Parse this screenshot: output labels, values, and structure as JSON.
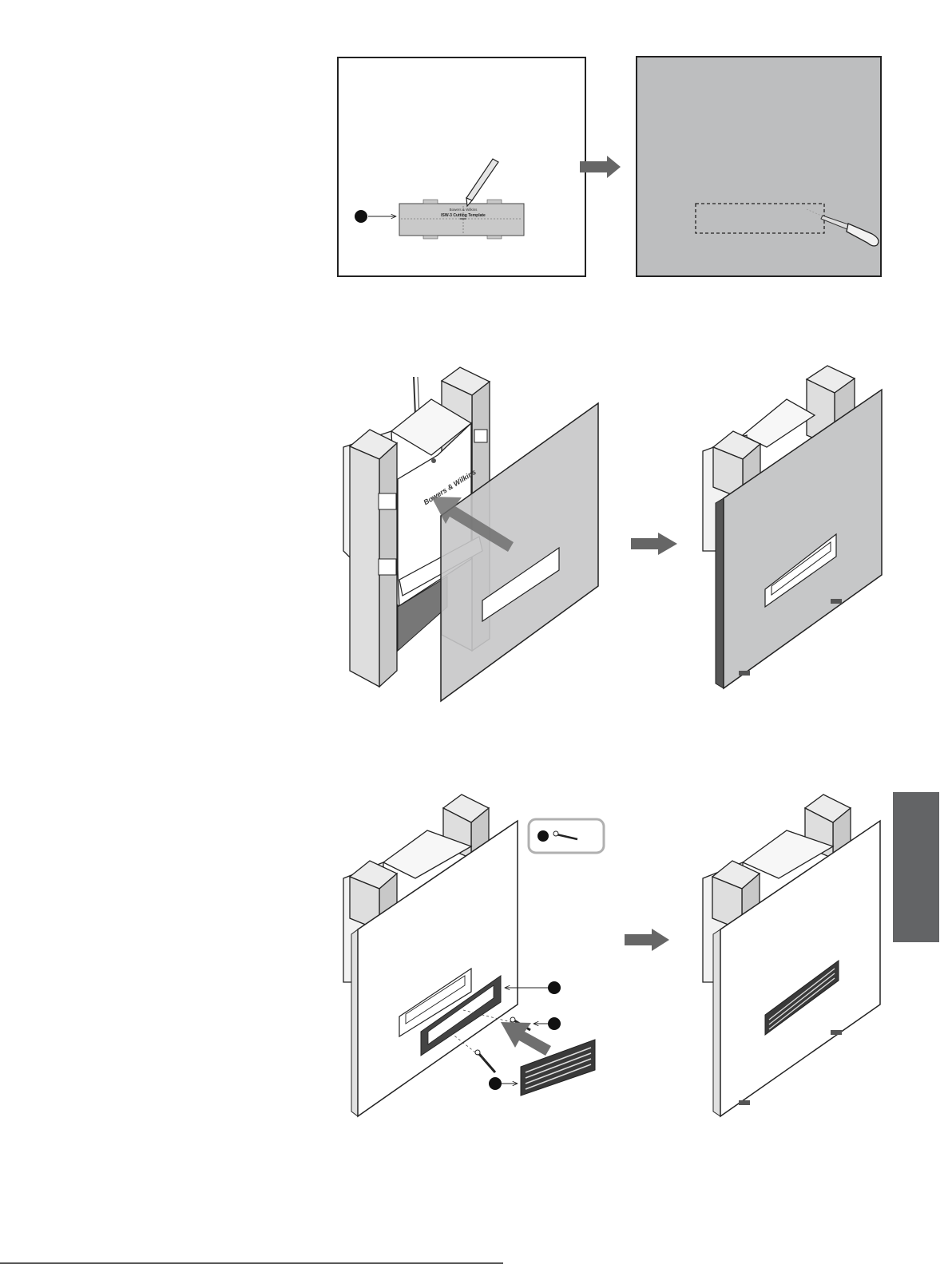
{
  "template": {
    "brand": "Bowers & Wilkins",
    "title": "ISW-3 Cutting Template"
  },
  "cabinet_brand": "Bowers & Wilkins",
  "side_tab": {
    "color": "#636466"
  },
  "colors": {
    "wall": "#bdbebf",
    "arrow": "#666666",
    "line": "#222222"
  },
  "icons": [
    "pencil-icon",
    "drywall-saw-icon",
    "screw-icon"
  ]
}
